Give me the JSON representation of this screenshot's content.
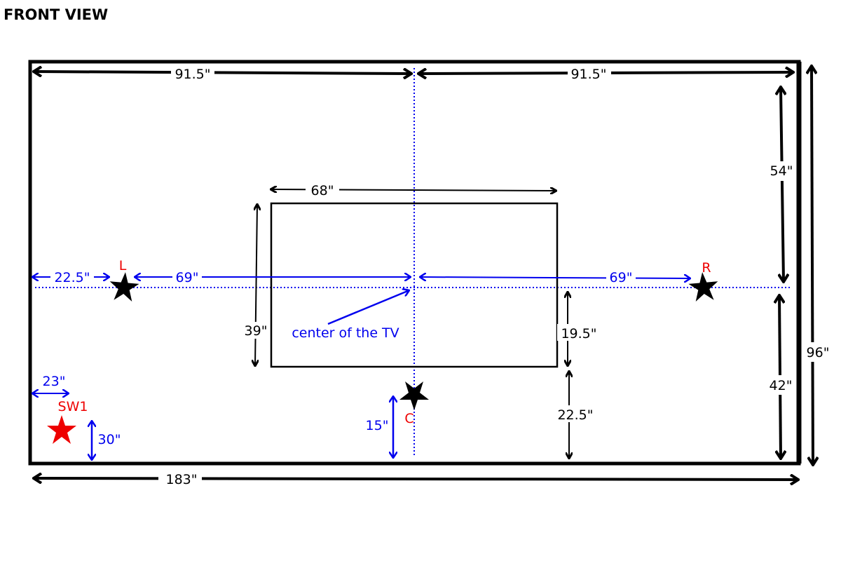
{
  "title": "FRONT VIEW",
  "colors": {
    "black": "#000000",
    "blue": "#0000ee",
    "red": "#ee0000"
  },
  "labels": {
    "wall_half_left": "91.5\"",
    "wall_half_right": "91.5\"",
    "wall_width": "183\"",
    "wall_height": "96\"",
    "above_center": "54\"",
    "below_center": "42\"",
    "tv_width": "68\"",
    "tv_height": "39\"",
    "tv_center_to_bottom": "19.5\"",
    "tv_bottom_to_floor": "22.5\"",
    "left_wall_to_L": "22.5\"",
    "L_to_center": "69\"",
    "center_to_R": "69\"",
    "center_speaker_height": "15\"",
    "sw1_from_wall": "23\"",
    "sw1_height": "30\"",
    "center_of_tv": "center of the TV"
  },
  "speakers": {
    "left": "L",
    "right": "R",
    "center": "C",
    "subwoofer": "SW1"
  }
}
